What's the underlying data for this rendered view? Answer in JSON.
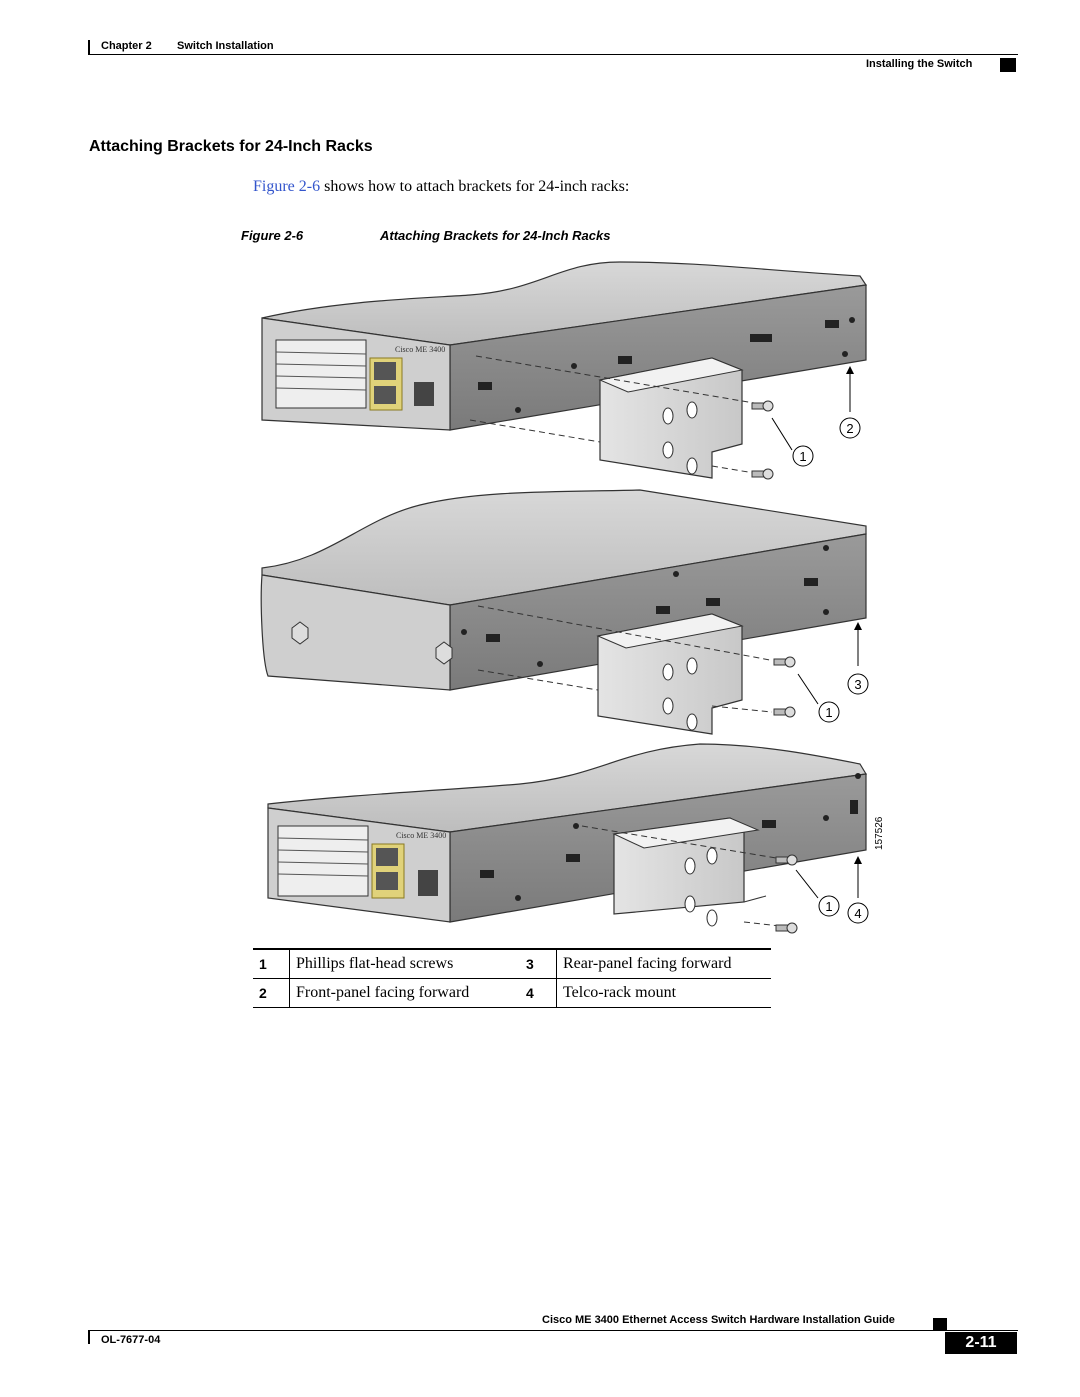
{
  "header": {
    "chapter": "Chapter 2",
    "chapter_title": "Switch Installation",
    "section": "Installing the Switch"
  },
  "section_heading": "Attaching Brackets for 24-Inch Racks",
  "body": {
    "link_text": "Figure 2-6",
    "text": " shows how to attach brackets for 24-inch racks:"
  },
  "figure": {
    "label": "Figure 2-6",
    "title": "Attaching Brackets for 24-Inch Racks",
    "art_number": "157526",
    "device_label": "Cisco ME 3400",
    "callouts": [
      "2",
      "1",
      "3",
      "1",
      "1",
      "4"
    ]
  },
  "legend": [
    {
      "num": "1",
      "text": "Phillips flat-head screws",
      "num2": "3",
      "text2": "Rear-panel facing forward"
    },
    {
      "num": "2",
      "text": "Front-panel facing forward",
      "num2": "4",
      "text2": "Telco-rack mount"
    }
  ],
  "footer": {
    "guide_title": "Cisco ME 3400 Ethernet Access Switch Hardware Installation Guide",
    "doc_number": "OL-7677-04",
    "page_number": "2-11"
  }
}
